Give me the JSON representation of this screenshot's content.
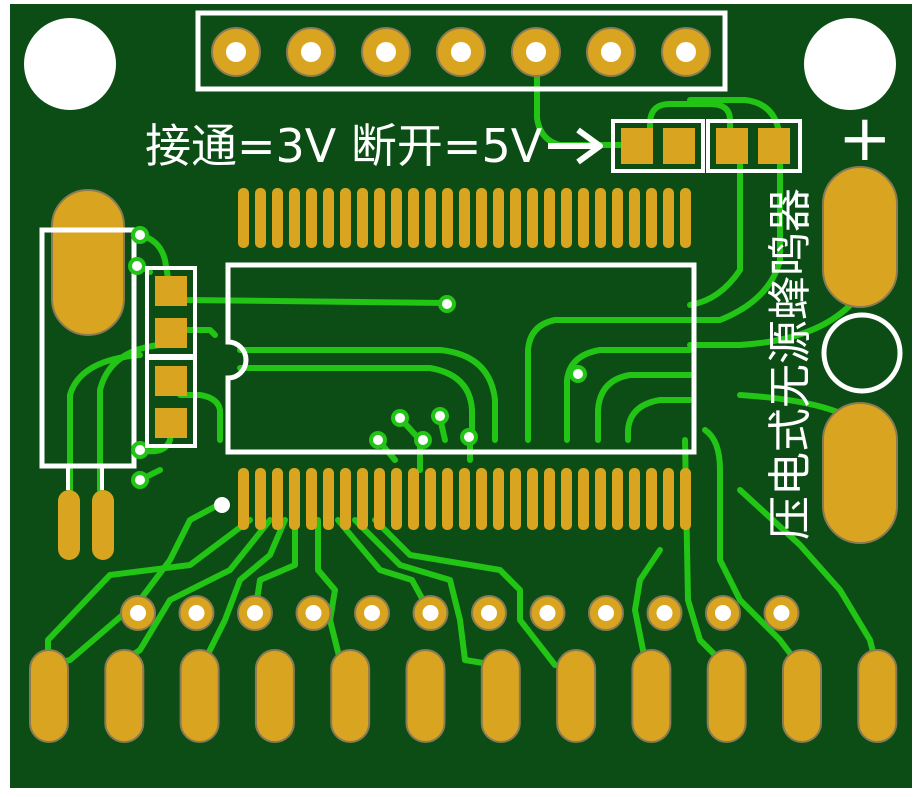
{
  "labels": {
    "jumper_text": "接通=3V 断开=5V",
    "buzzer_label": "压电式无源蜂鸣器",
    "plus_sign": "+"
  },
  "colors": {
    "board": "#0b4d14",
    "board_edge": "#ffffff",
    "trace": "#22c416",
    "pad": "#d9a520",
    "pad_outline": "#8a7a55",
    "silkscreen": "#ffffff"
  },
  "components": {
    "header_pins": 7,
    "chip_pins_per_side": 27,
    "bottom_holes": 12,
    "edge_connectors": 12
  }
}
